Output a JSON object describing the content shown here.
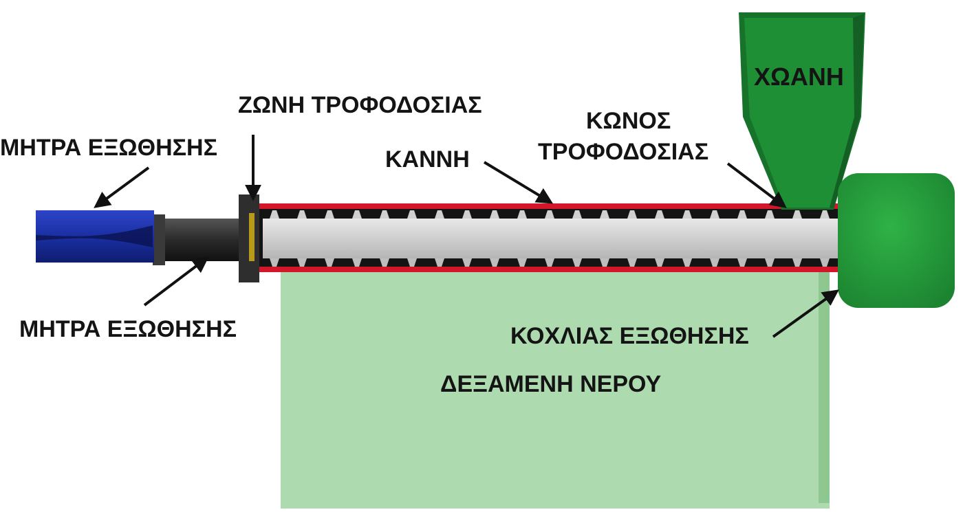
{
  "labels": {
    "die_top": "ΜΗΤΡΑ ΕΞΩΘΗΣΗΣ",
    "feed_zone": "ΖΩΝΗ ΤΡΟΦΟΔΟΣΙΑΣ",
    "barrel": "ΚΑΝΝΗ",
    "feed_cone_line1": "ΚΩΝΟΣ",
    "feed_cone_line2": "ΤΡΟΦΟΔΟΣΙΑΣ",
    "hopper": "ΧΩΑΝΗ",
    "die_bottom": "ΜΗΤΡΑ ΕΞΩΘΗΣΗΣ",
    "screw": "ΚΟΧΛΙΑΣ ΕΞΩΘΗΣΗΣ",
    "water_tank": "ΔΕΞΑΜΕΝΗ ΝΕΡΟΥ"
  },
  "colors": {
    "water_tank": "#9fd3a1",
    "hopper": "#1f8f35",
    "motor": "#239c3b",
    "barrel": "#d4162a",
    "screw": "#cfcfcf",
    "die": "#1a2fa3",
    "die_pipe": "#2a2a2a",
    "arrow": "#111111"
  },
  "icons": {
    "arrow": "arrow-icon",
    "hopper": "hopper-icon",
    "motor": "motor-icon"
  }
}
